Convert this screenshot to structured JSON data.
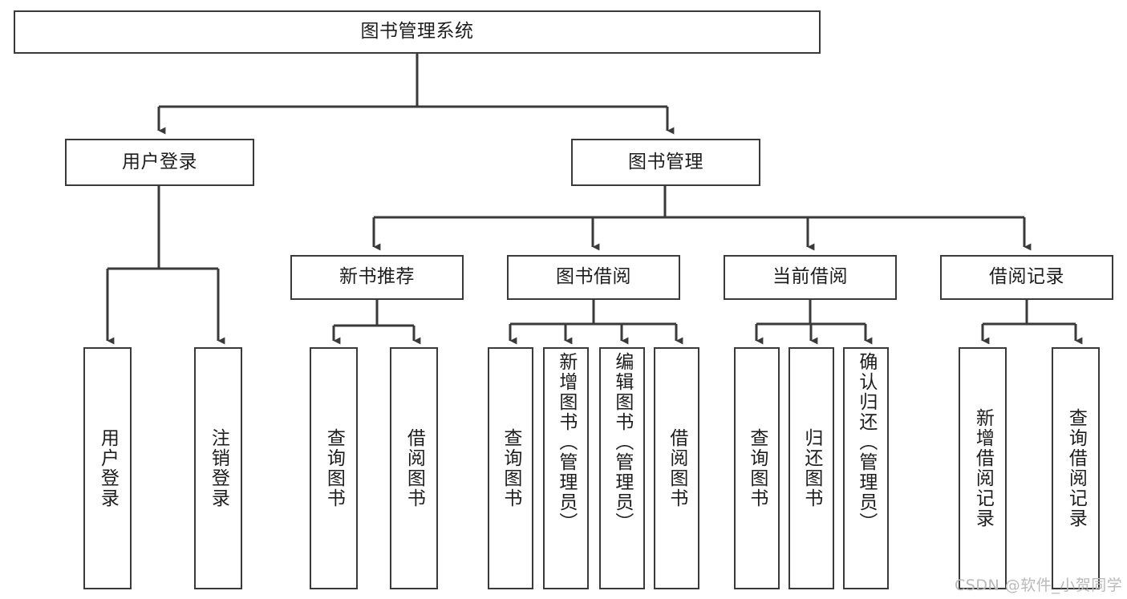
{
  "diagram": {
    "type": "tree-hierarchy",
    "title": "图书管理系统",
    "watermark": "CSDN @软件_小贺同学",
    "colors": {
      "box_border": "#3a3a3a",
      "box_fill": "#ffffff",
      "edge": "#3a3a3a",
      "text": "#1d1d1d",
      "watermark": "#b9b9b9"
    },
    "nodes": {
      "root": {
        "label": "图书管理系统"
      },
      "level1": [
        {
          "id": "user-login",
          "label": "用户登录"
        },
        {
          "id": "book-management",
          "label": "图书管理"
        }
      ],
      "level2": [
        {
          "id": "new-book-recommend",
          "label": "新书推荐"
        },
        {
          "id": "book-borrow",
          "label": "图书借阅"
        },
        {
          "id": "current-borrow",
          "label": "当前借阅"
        },
        {
          "id": "borrow-record",
          "label": "借阅记录"
        }
      ],
      "leaves": {
        "user_login": [
          {
            "id": "leaf-user-login",
            "label": "用户登录"
          },
          {
            "id": "leaf-logout-login",
            "label": "注销登录"
          }
        ],
        "new_book_recommend": [
          {
            "id": "leaf-query-book-1",
            "label": "查询图书"
          },
          {
            "id": "leaf-borrow-book-1",
            "label": "借阅图书"
          }
        ],
        "book_borrow": [
          {
            "id": "leaf-query-book-2",
            "label": "查询图书"
          },
          {
            "id": "leaf-add-book-admin",
            "label": "新增图书（管理员）"
          },
          {
            "id": "leaf-edit-book-admin",
            "label": "编辑图书（管理员）"
          },
          {
            "id": "leaf-borrow-book-2",
            "label": "借阅图书"
          }
        ],
        "current_borrow": [
          {
            "id": "leaf-query-book-3",
            "label": "查询图书"
          },
          {
            "id": "leaf-return-book",
            "label": "归还图书"
          },
          {
            "id": "leaf-confirm-return-admin",
            "label": "确认归还（管理员）"
          }
        ],
        "borrow_record": [
          {
            "id": "leaf-add-borrow-record",
            "label": "新增借阅记录"
          },
          {
            "id": "leaf-query-borrow-record",
            "label": "查询借阅记录"
          }
        ]
      }
    }
  }
}
